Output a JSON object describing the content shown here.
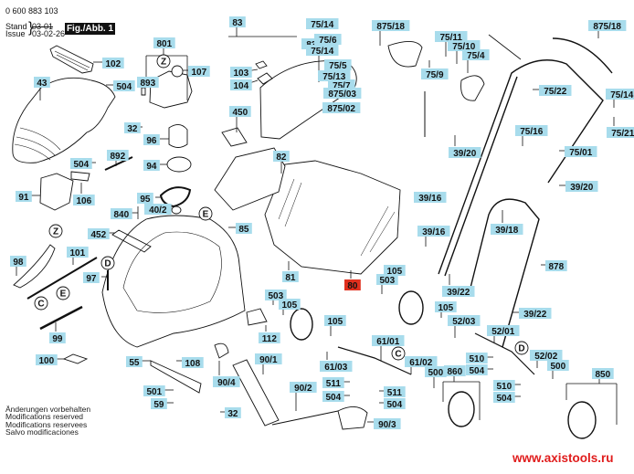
{
  "header": {
    "part_number": "0 600 883 103",
    "stand_label": "Stand",
    "issue_label": "Issue",
    "stand_value_struck": "03-01",
    "issue_value": "03-02-26",
    "figure_label": "Fig./Abb. 1"
  },
  "colors": {
    "label_bg": "#a8dcec",
    "highlight_bg": "#e0301e",
    "line": "#111111",
    "watermark": "#e01c1c"
  },
  "callouts": [
    {
      "id": "83",
      "highlight": false
    },
    {
      "id": "83/84",
      "highlight": false
    },
    {
      "id": "103",
      "highlight": false
    },
    {
      "id": "104",
      "highlight": false
    },
    {
      "id": "801",
      "highlight": false
    },
    {
      "id": "107",
      "highlight": false
    },
    {
      "id": "893",
      "highlight": false
    },
    {
      "id": "102",
      "highlight": false
    },
    {
      "id": "43",
      "highlight": false
    },
    {
      "id": "504",
      "highlight": false
    },
    {
      "id": "32",
      "highlight": false
    },
    {
      "id": "96",
      "highlight": false
    },
    {
      "id": "94",
      "highlight": false
    },
    {
      "id": "892",
      "highlight": false
    },
    {
      "id": "504",
      "highlight": false
    },
    {
      "id": "91",
      "highlight": false
    },
    {
      "id": "106",
      "highlight": false
    },
    {
      "id": "95",
      "highlight": false
    },
    {
      "id": "40/2",
      "highlight": false
    },
    {
      "id": "840",
      "highlight": false
    },
    {
      "id": "450",
      "highlight": false
    },
    {
      "id": "82",
      "highlight": false
    },
    {
      "id": "85",
      "highlight": false
    },
    {
      "id": "81",
      "highlight": false
    },
    {
      "id": "80",
      "highlight": true
    },
    {
      "id": "452",
      "highlight": false
    },
    {
      "id": "101",
      "highlight": false
    },
    {
      "id": "98",
      "highlight": false
    },
    {
      "id": "97",
      "highlight": false
    },
    {
      "id": "99",
      "highlight": false
    },
    {
      "id": "100",
      "highlight": false
    },
    {
      "id": "55",
      "highlight": false
    },
    {
      "id": "108",
      "highlight": false
    },
    {
      "id": "501",
      "highlight": false
    },
    {
      "id": "59",
      "highlight": false
    },
    {
      "id": "32",
      "highlight": false
    },
    {
      "id": "90/4",
      "highlight": false
    },
    {
      "id": "90/1",
      "highlight": false
    },
    {
      "id": "90/2",
      "highlight": false
    },
    {
      "id": "90/3",
      "highlight": false
    },
    {
      "id": "112",
      "highlight": false
    },
    {
      "id": "503",
      "highlight": false
    },
    {
      "id": "105",
      "highlight": false
    },
    {
      "id": "105",
      "highlight": false
    },
    {
      "id": "61/03",
      "highlight": false
    },
    {
      "id": "61/01",
      "highlight": false
    },
    {
      "id": "61/02",
      "highlight": false
    },
    {
      "id": "511",
      "highlight": false
    },
    {
      "id": "504",
      "highlight": false
    },
    {
      "id": "511",
      "highlight": false
    },
    {
      "id": "504",
      "highlight": false
    },
    {
      "id": "500",
      "highlight": false
    },
    {
      "id": "860",
      "highlight": false
    },
    {
      "id": "503",
      "highlight": false
    },
    {
      "id": "105",
      "highlight": false
    },
    {
      "id": "105",
      "highlight": false
    },
    {
      "id": "52/03",
      "highlight": false
    },
    {
      "id": "52/01",
      "highlight": false
    },
    {
      "id": "510",
      "highlight": false
    },
    {
      "id": "504",
      "highlight": false
    },
    {
      "id": "510",
      "highlight": false
    },
    {
      "id": "504",
      "highlight": false
    },
    {
      "id": "52/02",
      "highlight": false
    },
    {
      "id": "500",
      "highlight": false
    },
    {
      "id": "850",
      "highlight": false
    },
    {
      "id": "39/22",
      "highlight": false
    },
    {
      "id": "39/22",
      "highlight": false
    },
    {
      "id": "878",
      "highlight": false
    },
    {
      "id": "39/16",
      "highlight": false
    },
    {
      "id": "39/16",
      "highlight": false
    },
    {
      "id": "39/18",
      "highlight": false
    },
    {
      "id": "39/20",
      "highlight": false
    },
    {
      "id": "39/20",
      "highlight": false
    },
    {
      "id": "75/16",
      "highlight": false
    },
    {
      "id": "75/01",
      "highlight": false
    },
    {
      "id": "75/22",
      "highlight": false
    },
    {
      "id": "75/14",
      "highlight": false
    },
    {
      "id": "75/21",
      "highlight": false
    },
    {
      "id": "875/18",
      "highlight": false
    },
    {
      "id": "875/18",
      "highlight": false
    },
    {
      "id": "75/14",
      "highlight": false
    },
    {
      "id": "75/6",
      "highlight": false
    },
    {
      "id": "75/14",
      "highlight": false
    },
    {
      "id": "75/5",
      "highlight": false
    },
    {
      "id": "75/13",
      "highlight": false
    },
    {
      "id": "75/7",
      "highlight": false
    },
    {
      "id": "875/03",
      "highlight": false
    },
    {
      "id": "875/02",
      "highlight": false
    },
    {
      "id": "75/11",
      "highlight": false
    },
    {
      "id": "75/10",
      "highlight": false
    },
    {
      "id": "75/4",
      "highlight": false
    },
    {
      "id": "75/9",
      "highlight": false
    }
  ],
  "reference_markers": [
    "Z",
    "Z",
    "E",
    "E",
    "D",
    "D",
    "C",
    "C"
  ],
  "footer": {
    "notes": [
      "Änderungen vorbehalten",
      "Modifications reserved",
      "Modifications reservees",
      "Salvo modificaciones"
    ],
    "watermark": "www.axistools.ru"
  }
}
